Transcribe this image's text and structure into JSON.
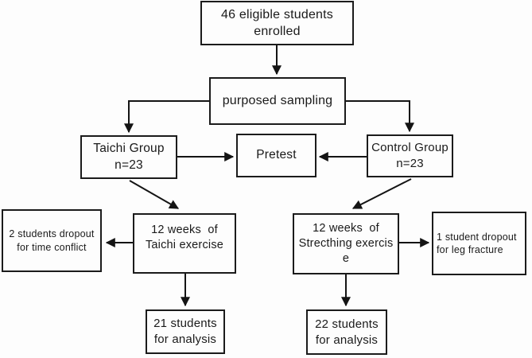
{
  "diagram": {
    "nodes": {
      "enrolled": {
        "label": "46 eligible students\nenrolled"
      },
      "sampling": {
        "label": "purposed sampling"
      },
      "taichi_group": {
        "label": "Taichi Group\nn=23"
      },
      "pretest": {
        "label": "Pretest"
      },
      "control_group": {
        "label": "Control Group\nn=23"
      },
      "taichi_dropout": {
        "label": "2 students dropout\nfor time conflict"
      },
      "taichi_exercise": {
        "label": "12 weeks  of\nTaichi exercise"
      },
      "stretching_exercise": {
        "label": "12 weeks  of\nStrecthing exercis\ne"
      },
      "control_dropout": {
        "label": "1 student dropout\nfor leg fracture"
      },
      "taichi_analysis": {
        "label": "21 students\nfor analysis"
      },
      "control_analysis": {
        "label": "22 students\nfor analysis"
      }
    },
    "edges": [
      {
        "from": "enrolled",
        "to": "sampling"
      },
      {
        "from": "sampling",
        "to": "taichi_group"
      },
      {
        "from": "sampling",
        "to": "control_group"
      },
      {
        "from": "taichi_group",
        "to": "pretest"
      },
      {
        "from": "control_group",
        "to": "pretest"
      },
      {
        "from": "taichi_group",
        "to": "taichi_exercise"
      },
      {
        "from": "control_group",
        "to": "stretching_exercise"
      },
      {
        "from": "taichi_exercise",
        "to": "taichi_dropout"
      },
      {
        "from": "stretching_exercise",
        "to": "control_dropout"
      },
      {
        "from": "taichi_exercise",
        "to": "taichi_analysis"
      },
      {
        "from": "stretching_exercise",
        "to": "control_analysis"
      }
    ],
    "colors": {
      "background": "#fdfdfd",
      "box_border": "#1b1b1b",
      "text": "#1a1a1a",
      "arrow": "#141414"
    }
  }
}
